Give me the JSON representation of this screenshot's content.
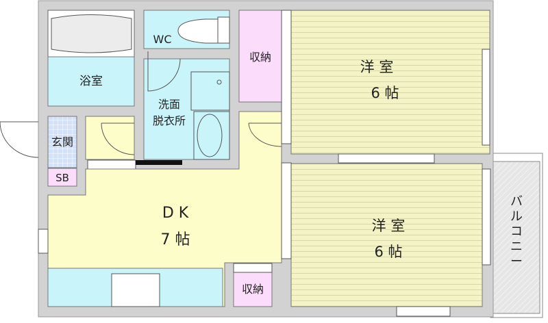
{
  "floorplan": {
    "rooms": {
      "bath": "浴室",
      "wc": "WC",
      "washroom_line1": "洗面",
      "washroom_line2": "脱衣所",
      "storage_top": "収納",
      "western_top_name": "洋 室",
      "western_top_size": "6 帖",
      "entrance": "玄関",
      "shoe_box": "SB",
      "dk_name": "D K",
      "dk_size": "7 帖",
      "storage_bottom": "収納",
      "western_bottom_name": "洋 室",
      "western_bottom_size": "6 帖",
      "balcony": [
        "バ",
        "ル",
        "コ",
        "ニ",
        "ー"
      ]
    },
    "colors": {
      "wall": "#d2d2d2",
      "wet_area": "#c8f4fa",
      "storage": "#fbdcfb",
      "dk_floor": "#fdfdc9",
      "western_floor": "#f3f3c6",
      "entrance_tile": "#d3e2f8"
    }
  }
}
